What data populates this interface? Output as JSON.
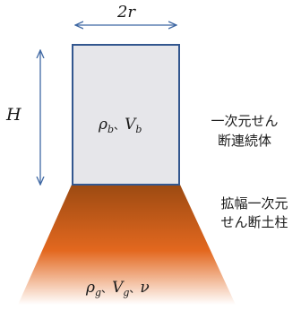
{
  "dimension_width": "2r",
  "dimension_height": "H",
  "column_params": {
    "rho_b": "ρ",
    "rho_b_sub": "b",
    "sep1": "、",
    "V_b": "V",
    "V_b_sub": "b"
  },
  "column_label": {
    "line1": "一次元せん",
    "line2": "断連続体"
  },
  "ground_label": {
    "line1": "拡幅一次元",
    "line2": "せん断土柱"
  },
  "ground_params": {
    "rho_g": "ρ",
    "rho_g_sub": "g",
    "sep1": "、",
    "V_g": "V",
    "V_g_sub": "g",
    "sep2": "、",
    "nu": "ν"
  },
  "colors": {
    "column_fill": "#e6e6ea",
    "column_stroke": "#33578f",
    "arrow": "#3f68a3",
    "ground_top": "#9c4a12",
    "ground_mid": "#e3681f",
    "ground_bottom": "#ffffff"
  }
}
